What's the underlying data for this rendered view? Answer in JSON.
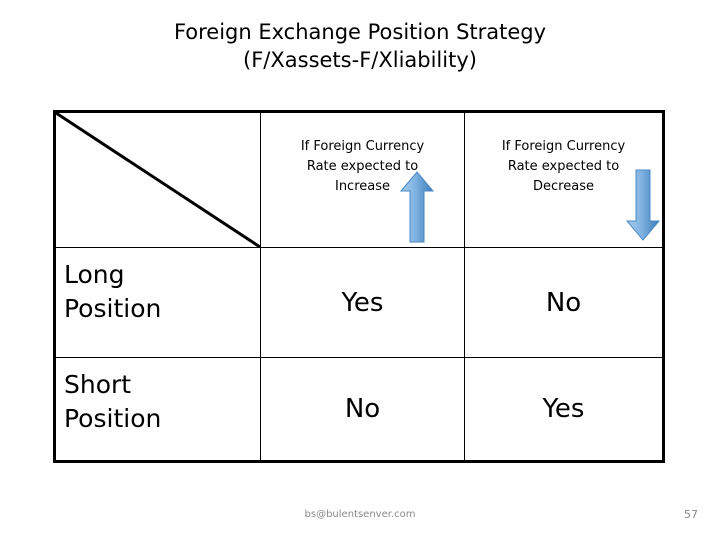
{
  "slide": {
    "title_line1": "Foreign Exchange Position Strategy",
    "title_line2": "(F/Xassets-F/Xliability)"
  },
  "matrix": {
    "corner": {
      "diagonal": "diagonal-divider-line"
    },
    "column_headers": [
      {
        "line1": "If Foreign Currency",
        "line2": "Rate expected to",
        "line3": "Increase",
        "icon": "arrow-up-icon",
        "icon_direction": "up"
      },
      {
        "line1": "If Foreign Currency",
        "line2": "Rate expected to",
        "line3": "Decrease",
        "icon": "arrow-down-icon",
        "icon_direction": "down"
      }
    ],
    "rows": [
      {
        "label_line1": "Long",
        "label_line2": "Position",
        "values": [
          "Yes",
          "No"
        ]
      },
      {
        "label_line1": "Short",
        "label_line2": "Position",
        "values": [
          "No",
          "Yes"
        ]
      }
    ]
  },
  "footer": {
    "email": "bs@bulentsenver.com",
    "page_number": "57"
  },
  "colors": {
    "arrow_light": "#A8CCEE",
    "arrow_mid": "#6CA6DC",
    "arrow_dark": "#3C7CB8",
    "border": "#000000",
    "footer_text": "#8a8a8a",
    "background": "#ffffff"
  }
}
